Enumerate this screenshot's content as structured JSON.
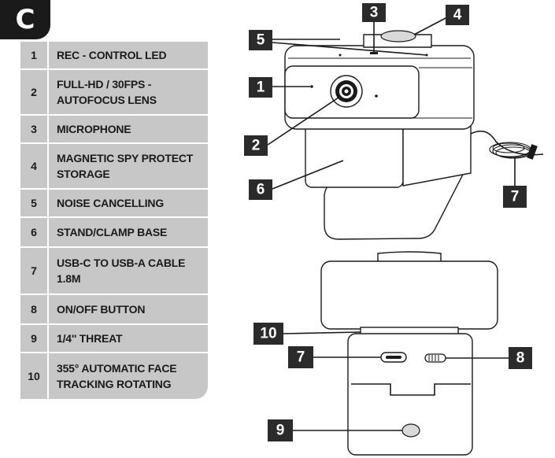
{
  "section_label": "C",
  "legend": [
    {
      "number": "1",
      "text": "REC - CONTROL LED"
    },
    {
      "number": "2",
      "text": "FULL-HD / 30FPS -\nAUTOFOCUS LENS"
    },
    {
      "number": "3",
      "text": "MICROPHONE"
    },
    {
      "number": "4",
      "text": "MAGNETIC SPY PROTECT\nSTORAGE"
    },
    {
      "number": "5",
      "text": "NOISE CANCELLING"
    },
    {
      "number": "6",
      "text": "STAND/CLAMP BASE"
    },
    {
      "number": "7",
      "text": "USB-C TO USB-A CABLE\n1.8M"
    },
    {
      "number": "8",
      "text": "ON/OFF BUTTON"
    },
    {
      "number": "9",
      "text": "1/4'' THREAT"
    },
    {
      "number": "10",
      "text": "355° AUTOMATIC FACE\nTRACKING ROTATING"
    }
  ],
  "callouts": {
    "c1": "1",
    "c2": "2",
    "c3": "3",
    "c4": "4",
    "c5": "5",
    "c6": "6",
    "c7a": "7",
    "c7b": "7",
    "c8": "8",
    "c9": "9",
    "c10": "10"
  }
}
